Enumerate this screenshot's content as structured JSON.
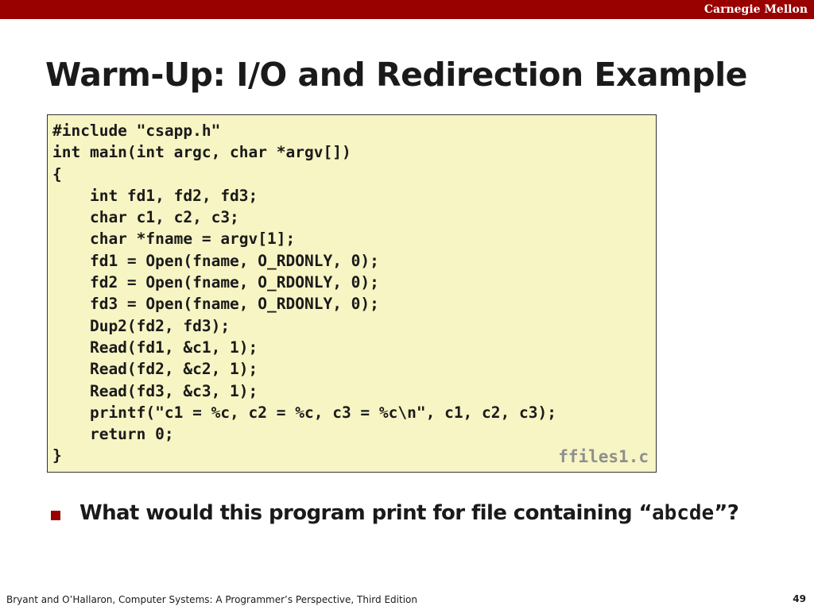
{
  "header": {
    "brand": "Carnegie Mellon"
  },
  "slide": {
    "title": "Warm-Up: I/O and Redirection Example",
    "code_lines": [
      "#include \"csapp.h\"",
      "int main(int argc, char *argv[])",
      "{",
      "    int fd1, fd2, fd3;",
      "    char c1, c2, c3;",
      "    char *fname = argv[1];",
      "    fd1 = Open(fname, O_RDONLY, 0);",
      "    fd2 = Open(fname, O_RDONLY, 0);",
      "    fd3 = Open(fname, O_RDONLY, 0);",
      "    Dup2(fd2, fd3);",
      "    Read(fd1, &c1, 1);",
      "    Read(fd2, &c2, 1);",
      "    Read(fd3, &c3, 1);",
      "    printf(\"c1 = %c, c2 = %c, c3 = %c\\n\", c1, c2, c3);",
      "    return 0;",
      "}"
    ],
    "code_filename": "ffiles1.c",
    "bullet": {
      "text_before": "What would this program print for file containing “",
      "code": "abcde",
      "text_after": "”?"
    }
  },
  "footer": {
    "citation": "Bryant and O’Hallaron, Computer Systems: A Programmer’s Perspective, Third Edition",
    "page_number": "49"
  },
  "colors": {
    "header_bar": "#990000",
    "code_background": "#f7f5c4",
    "bullet": "#990000",
    "filename_text": "#8f8f8f"
  }
}
